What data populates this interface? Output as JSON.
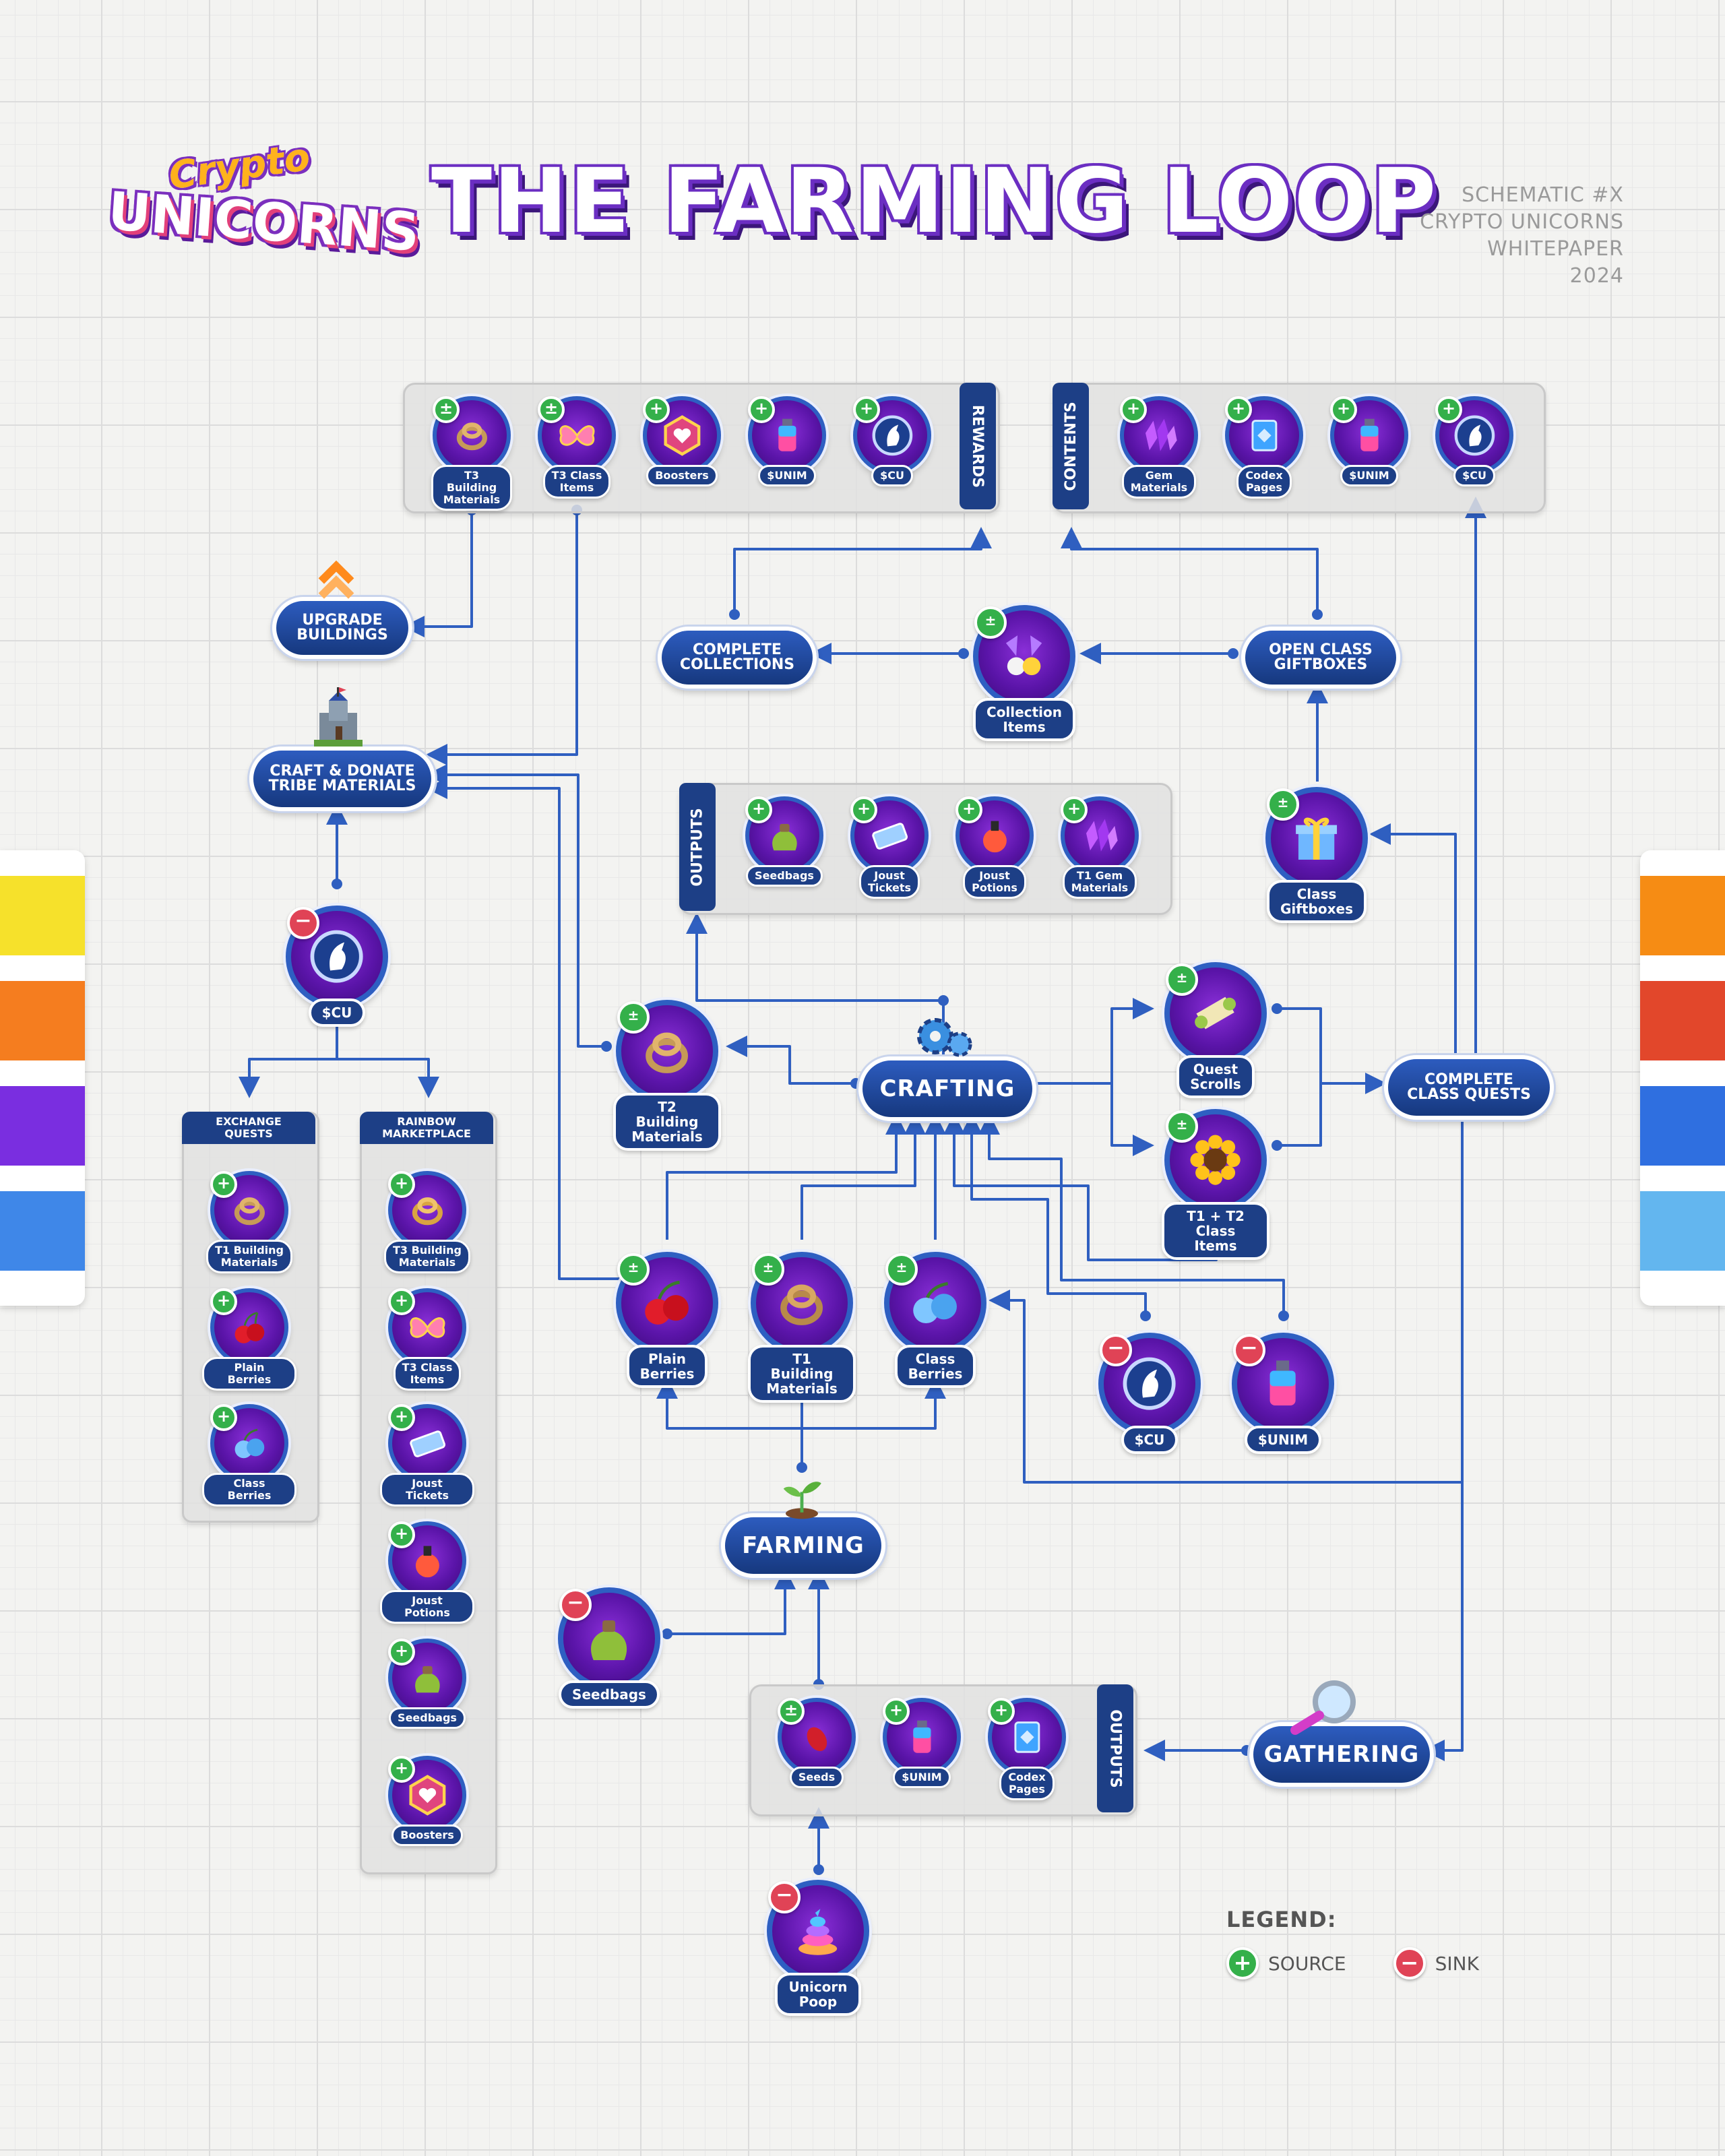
{
  "header": {
    "logo_top": "Crypto",
    "logo_bottom": "UNICORNS",
    "title": "THE FARMING LOOP",
    "meta": [
      "SCHEMATIC #X",
      "CRYPTO UNICORNS",
      "WHITEPAPER",
      "2024"
    ]
  },
  "colors": {
    "wire": "#2f5fc0",
    "pill": "#1d3f86",
    "source": "#34b04a",
    "sink": "#e04356",
    "coin": "#5a14a8"
  },
  "panels": {
    "rewards": {
      "tab": "REWARDS",
      "items": [
        {
          "label": "T3 Building\nMaterials",
          "icon": "rope-icon",
          "sign": "±"
        },
        {
          "label": "T3 Class\nItems",
          "icon": "butterfly-icon",
          "sign": "±"
        },
        {
          "label": "Boosters",
          "icon": "booster-icon",
          "sign": "+"
        },
        {
          "label": "$UNIM",
          "icon": "potion-bottle-icon",
          "sign": "+"
        },
        {
          "label": "$CU",
          "icon": "unicorn-token-icon",
          "sign": "+"
        }
      ]
    },
    "contents": {
      "tab": "CONTENTS",
      "items": [
        {
          "label": "Gem\nMaterials",
          "icon": "gem-icon",
          "sign": "+"
        },
        {
          "label": "Codex\nPages",
          "icon": "codex-icon",
          "sign": "+"
        },
        {
          "label": "$UNIM",
          "icon": "potion-bottle-icon",
          "sign": "+"
        },
        {
          "label": "$CU",
          "icon": "unicorn-token-icon",
          "sign": "+"
        }
      ]
    },
    "crafting_outputs": {
      "tab": "OUTPUTS",
      "items": [
        {
          "label": "Seedbags",
          "icon": "seedbag-icon",
          "sign": "+"
        },
        {
          "label": "Joust\nTickets",
          "icon": "ticket-icon",
          "sign": "+"
        },
        {
          "label": "Joust\nPotions",
          "icon": "potion-icon",
          "sign": "+"
        },
        {
          "label": "T1 Gem\nMaterials",
          "icon": "gem-icon",
          "sign": "+"
        }
      ]
    },
    "gathering_outputs": {
      "tab": "OUTPUTS",
      "items": [
        {
          "label": "Seeds",
          "icon": "seed-icon",
          "sign": "±"
        },
        {
          "label": "$UNIM",
          "icon": "potion-bottle-icon",
          "sign": "+"
        },
        {
          "label": "Codex\nPages",
          "icon": "codex-icon",
          "sign": "+"
        }
      ]
    },
    "exchange_quests": {
      "header": "EXCHANGE\nQUESTS",
      "items": [
        {
          "label": "T1 Building\nMaterials",
          "icon": "rope-icon",
          "sign": "+"
        },
        {
          "label": "Plain Berries",
          "icon": "cherry-icon",
          "sign": "+"
        },
        {
          "label": "Class Berries",
          "icon": "blue-berry-icon",
          "sign": "+"
        }
      ]
    },
    "rainbow_marketplace": {
      "header": "RAINBOW\nMARKETPLACE",
      "items": [
        {
          "label": "T3 Building\nMaterials",
          "icon": "rope-icon",
          "sign": "+"
        },
        {
          "label": "T3 Class\nItems",
          "icon": "butterfly-icon",
          "sign": "+"
        },
        {
          "label": "Joust Tickets",
          "icon": "ticket-icon",
          "sign": "+"
        },
        {
          "label": "Joust Potions",
          "icon": "potion-icon",
          "sign": "+"
        },
        {
          "label": "Seedbags",
          "icon": "seedbag-icon",
          "sign": "+"
        },
        {
          "label": "Boosters",
          "icon": "booster-icon",
          "sign": "+"
        }
      ]
    }
  },
  "actions": {
    "upgrade_buildings": "UPGRADE\nBUILDINGS",
    "craft_donate": "CRAFT & DONATE\nTRIBE MATERIALS",
    "complete_collections": "COMPLETE\nCOLLECTIONS",
    "open_class_giftboxes": "OPEN CLASS\nGIFTBOXES",
    "complete_class_quests": "COMPLETE\nCLASS QUESTS",
    "crafting": "CRAFTING",
    "farming": "FARMING",
    "gathering": "GATHERING"
  },
  "nodes": {
    "collection_items": {
      "label": "Collection\nItems",
      "icon": "collection-icon",
      "sign": "±"
    },
    "class_giftboxes": {
      "label": "Class\nGiftboxes",
      "icon": "giftbox-icon",
      "sign": "±"
    },
    "cu_left": {
      "label": "$CU",
      "icon": "unicorn-token-icon",
      "sign": "−"
    },
    "t2_building": {
      "label": "T2 Building\nMaterials",
      "icon": "rope-icon",
      "sign": "±"
    },
    "quest_scrolls": {
      "label": "Quest\nScrolls",
      "icon": "scroll-icon",
      "sign": "±"
    },
    "t1_t2_class_items": {
      "label": "T1 + T2\nClass Items",
      "icon": "sunflower-icon",
      "sign": "±"
    },
    "plain_berries": {
      "label": "Plain\nBerries",
      "icon": "cherry-icon",
      "sign": "±"
    },
    "t1_building": {
      "label": "T1 Building\nMaterials",
      "icon": "rope-icon",
      "sign": "±"
    },
    "class_berries": {
      "label": "Class\nBerries",
      "icon": "blue-berry-icon",
      "sign": "±"
    },
    "cu_sink": {
      "label": "$CU",
      "icon": "unicorn-token-icon",
      "sign": "−"
    },
    "unim_sink": {
      "label": "$UNIM",
      "icon": "potion-bottle-icon",
      "sign": "−"
    },
    "seedbags_sink": {
      "label": "Seedbags",
      "icon": "seedbag-icon",
      "sign": "−"
    },
    "unicorn_poop": {
      "label": "Unicorn\nPoop",
      "icon": "poop-icon",
      "sign": "−"
    }
  },
  "legend": {
    "title": "LEGEND:",
    "source": "SOURCE",
    "sink": "SINK"
  },
  "side_swatches": {
    "left": [
      "#f6e12b",
      "#f57d1f",
      "#7a2ee0",
      "#3f87e8"
    ],
    "right": [
      "#f68c14",
      "#e2472b",
      "#2f6fe0",
      "#63b6ef"
    ]
  }
}
